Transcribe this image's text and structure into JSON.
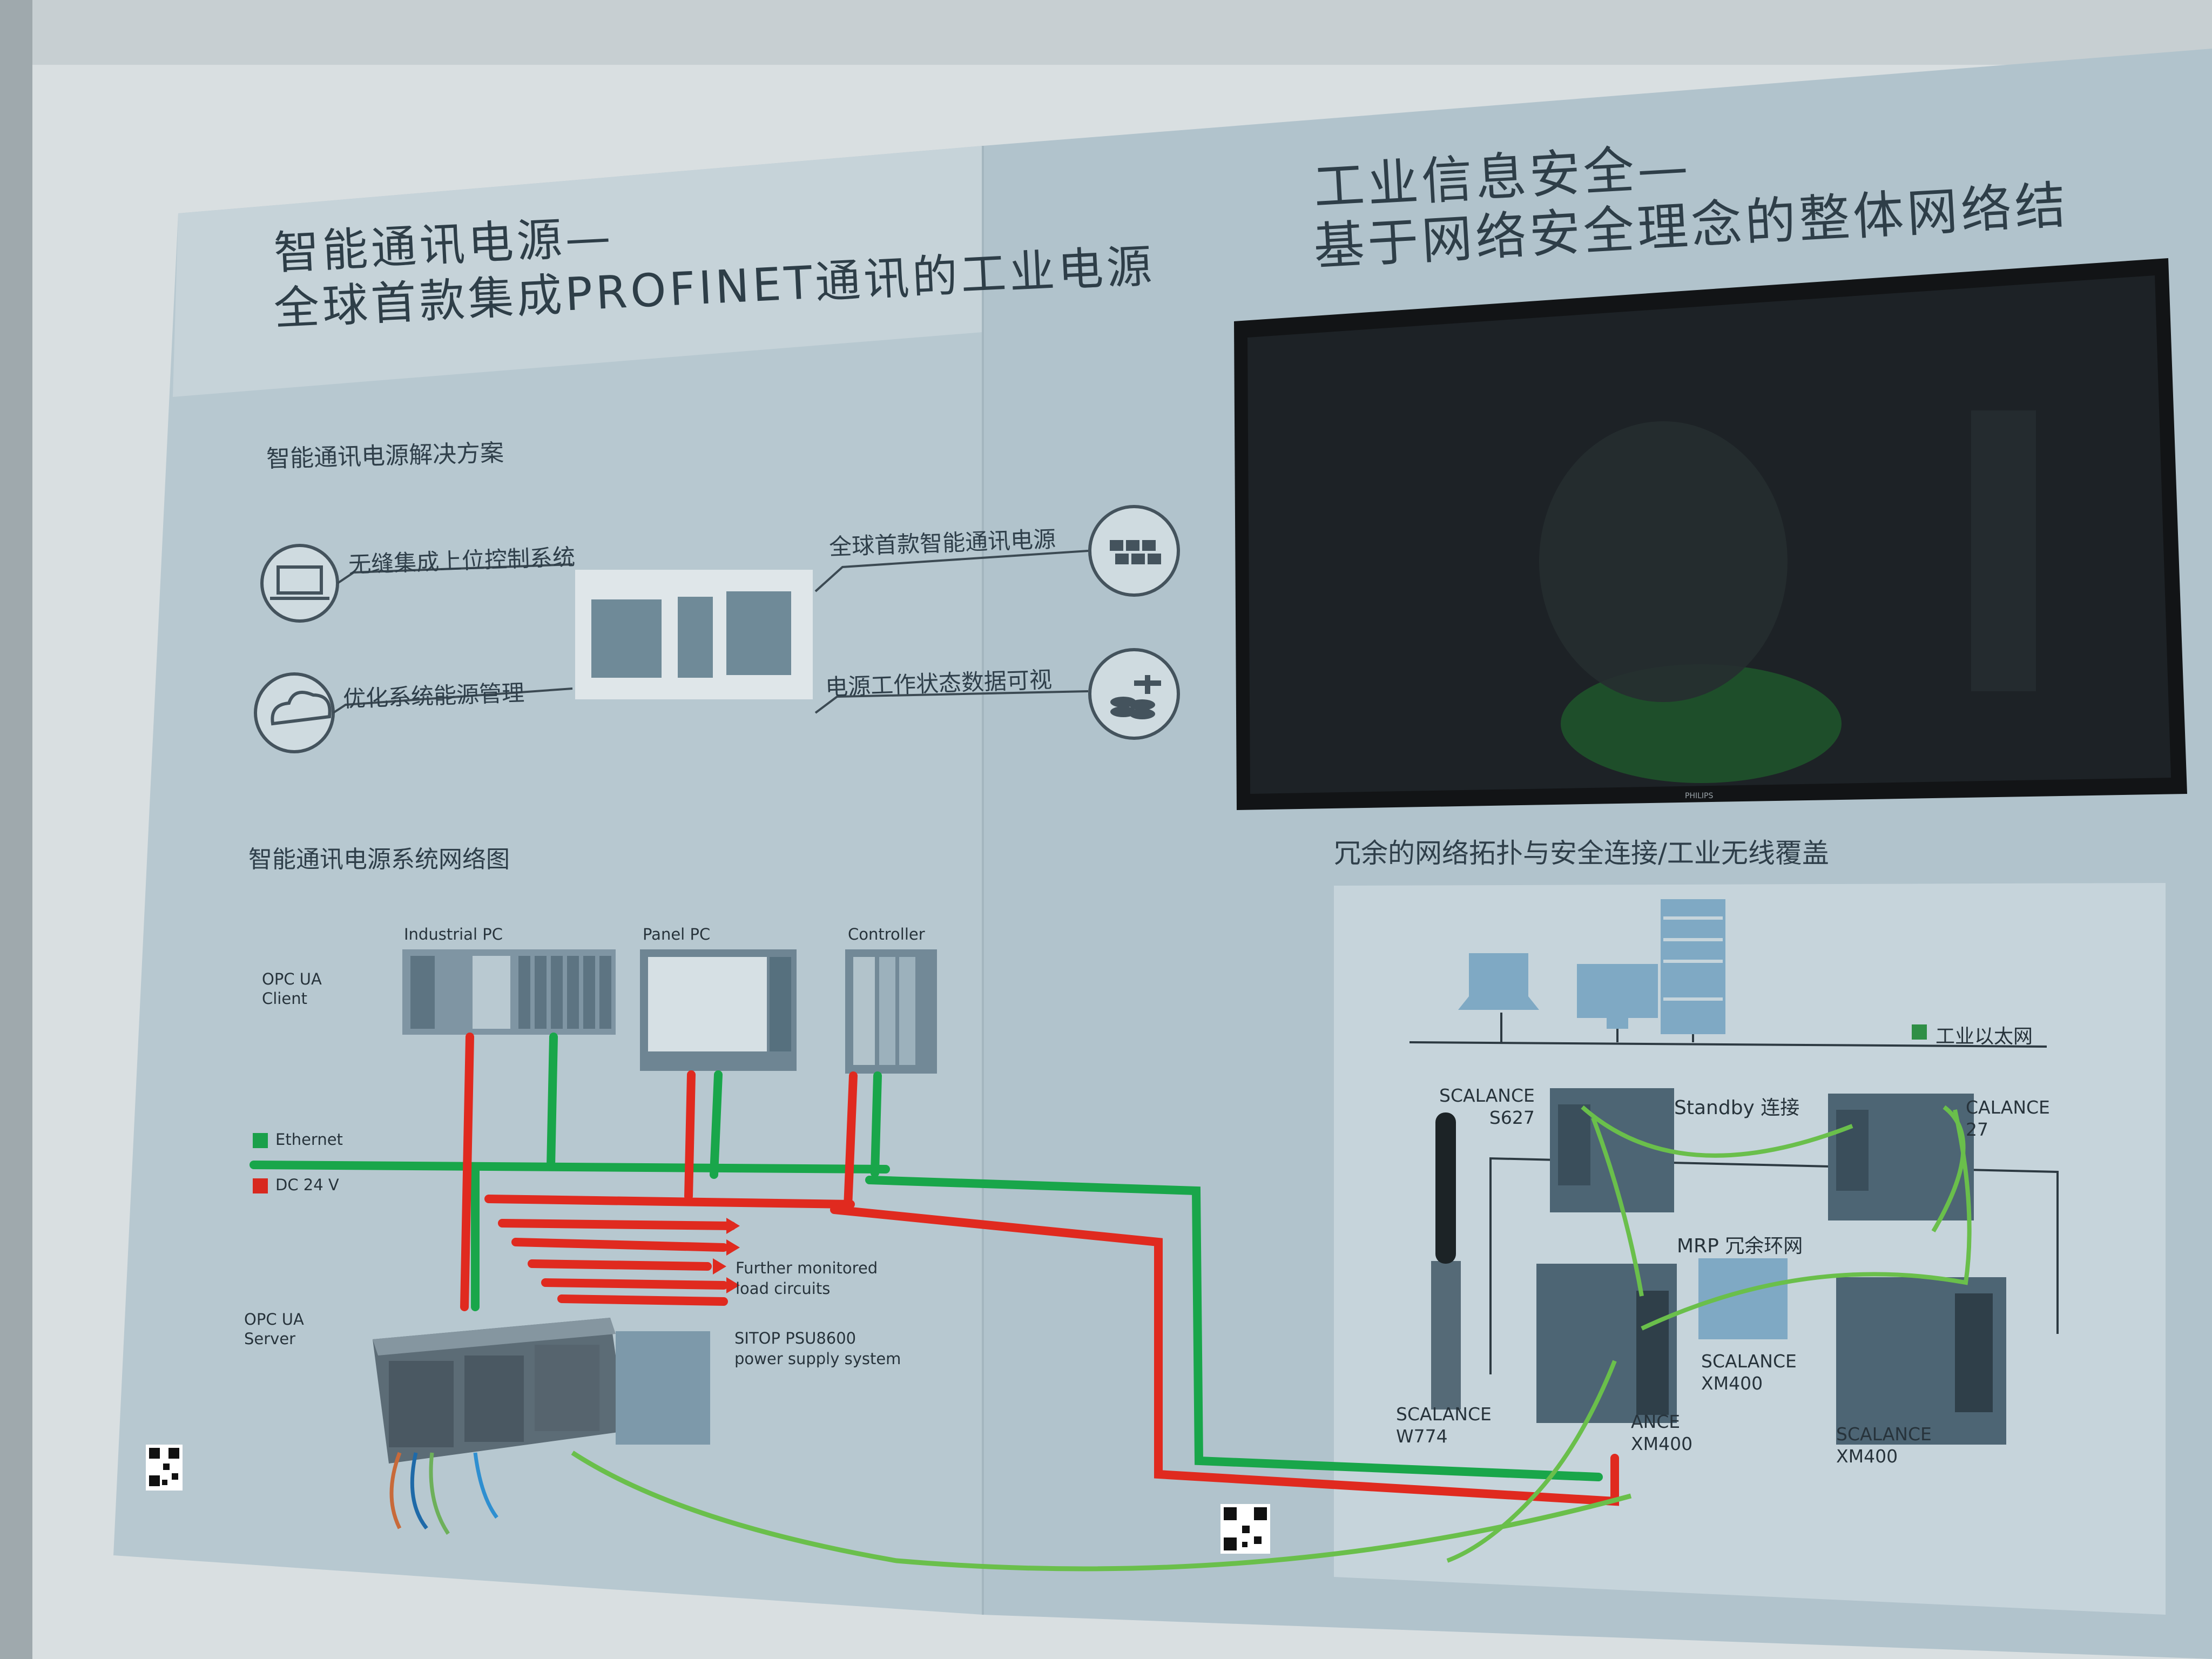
{
  "colors": {
    "wall": "#cfd6d8",
    "panel": "#b4c6cf",
    "panel_header": "#c4d2d8",
    "diagram_panel": "#c9d6dd",
    "ethernet": "#1aa04a",
    "dc24v": "#d8291f",
    "screen": "#17191b",
    "device": "#4e6472",
    "text": "#2e3e48"
  },
  "left_panel": {
    "title_line1": "智能通讯电源—",
    "title_line2": "全球首款集成PROFINET通讯的工业电源",
    "solution_heading": "智能通讯电源解决方案",
    "features": [
      {
        "label": "无缝集成上位控制系统",
        "icon": "laptop-icon"
      },
      {
        "label": "优化系统能源管理",
        "icon": "cloud-icon"
      },
      {
        "label": "全球首款智能通讯电源",
        "icon": "power-modules-icon"
      },
      {
        "label": "电源工作状态数据可视",
        "icon": "data-plug-icon"
      }
    ],
    "network_heading": "智能通讯电源系统网络图",
    "network": {
      "opc_ua_client": "OPC UA\nClient",
      "opc_ua_server": "OPC UA\nServer",
      "industrial_pc": "Industrial PC",
      "panel_pc": "Panel PC",
      "controller": "Controller",
      "legend_ethernet": "Ethernet",
      "legend_dc24v": "DC 24 V",
      "further_circuits": "Further monitored\nload circuits",
      "psu_label": "SITOP PSU8600\npower supply system"
    }
  },
  "right_panel": {
    "title_line1": "工业信息安全—",
    "title_line2": "基于网络安全理念的整体网络结",
    "tv_brand": "PHILIPS",
    "topology_heading": "冗余的网络拓扑与安全连接/工业无线覆盖",
    "legend_industrial_ethernet": "工业以太网",
    "standby_label": "Standby 连接",
    "mrp_label": "MRP 冗余环网",
    "devices": {
      "s627_left": "SCALANCE\nS627",
      "s627_right": "CALANCE\n27",
      "xm400_center": "SCALANCE\nXM400",
      "xm400_lower": "ANCE\nXM400",
      "xm400_right": "SCALANCE\nXM400",
      "w774": "SCALANCE\nW774"
    }
  }
}
